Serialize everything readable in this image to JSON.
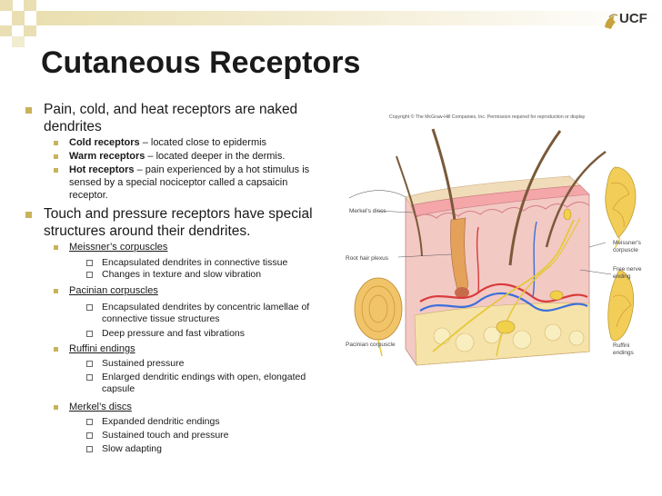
{
  "header": {
    "logo": "UCF"
  },
  "slide": {
    "title": "Cutaneous Receptors"
  },
  "bullets": [
    {
      "text": "Pain, cold, and heat receptors are naked dendrites",
      "children": [
        {
          "term": "Cold receptors",
          "desc": " – located close to epidermis"
        },
        {
          "term": "Warm receptors",
          "desc": " – located deeper in the dermis."
        },
        {
          "term": "Hot receptors",
          "desc": " – pain experienced by a hot stimulus is sensed by a special nociceptor called a capsaicin receptor."
        }
      ]
    },
    {
      "text": "Touch and pressure receptors have special structures around their dendrites.",
      "children": [
        {
          "title": "Meissner’s corpuscles",
          "items": [
            "Encapsulated dendrites in connective tissue",
            "Changes in texture and slow vibration"
          ]
        },
        {
          "title": "Pacinian corpuscles",
          "items": [
            "Encapsulated dendrites by concentric lamellae of connective tissue structures",
            "Deep pressure and fast vibrations"
          ]
        },
        {
          "title": "Ruffini endings",
          "items": [
            "Sustained pressure",
            "Enlarged dendritic endings with open, elongated capsule"
          ]
        },
        {
          "title": "Merkel’s discs",
          "items": [
            "Expanded dendritic endings",
            "Sustained touch and pressure",
            "Slow adapting"
          ]
        }
      ]
    }
  ],
  "figure": {
    "copyright": "Copyright © The McGraw-Hill Companies, Inc. Permission required for reproduction or display",
    "labels": {
      "merkel": "Merkel's discs",
      "root_hair_plexus": "Root hair plexus",
      "pacinian": "Pacinian corpuscle",
      "meissner_1": "Meissner's",
      "meissner_2": "corpuscle",
      "free_nerve_1": "Free nerve",
      "free_nerve_2": "ending",
      "ruffini_1": "Ruffini",
      "ruffini_2": "endings"
    }
  }
}
